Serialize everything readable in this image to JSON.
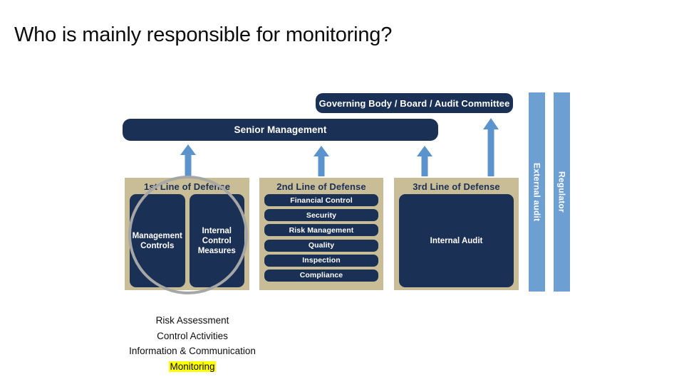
{
  "slide": {
    "title": "Who is mainly responsible for monitoring?"
  },
  "diagram": {
    "governance": {
      "board_label": "Governing Body / Board / Audit Committee",
      "senior_label": "Senior Management"
    },
    "arrows": [
      {
        "name": "arrow-first-line-to-senior"
      },
      {
        "name": "arrow-second-line-to-senior"
      },
      {
        "name": "arrow-third-line-to-senior"
      },
      {
        "name": "arrow-third-line-to-board"
      }
    ],
    "columns": [
      {
        "heading": "1st Line of Defense",
        "items": [
          "Management Controls",
          "Internal Control Measures"
        ]
      },
      {
        "heading": "2nd Line of Defense",
        "items": [
          "Financial Control",
          "Security",
          "Risk Management",
          "Quality",
          "Inspection",
          "Compliance"
        ]
      },
      {
        "heading": "3rd Line of Defense",
        "items": [
          "Internal Audit"
        ]
      }
    ],
    "side_bars": [
      {
        "label": "External audit"
      },
      {
        "label": "Regulator"
      }
    ],
    "annotation": {
      "shape": "circle-highlight",
      "color": "#a6a6a6"
    }
  },
  "components": {
    "lines": [
      "Risk Assessment",
      "Control Activities",
      "Information & Communication"
    ],
    "highlighted": "Monitoring",
    "highlight_color": "#ffff00"
  },
  "colors": {
    "navy": "#1b3055",
    "beige": "#c9bd97",
    "blue": "#6e9fd3",
    "gray": "#a6a6a6"
  }
}
